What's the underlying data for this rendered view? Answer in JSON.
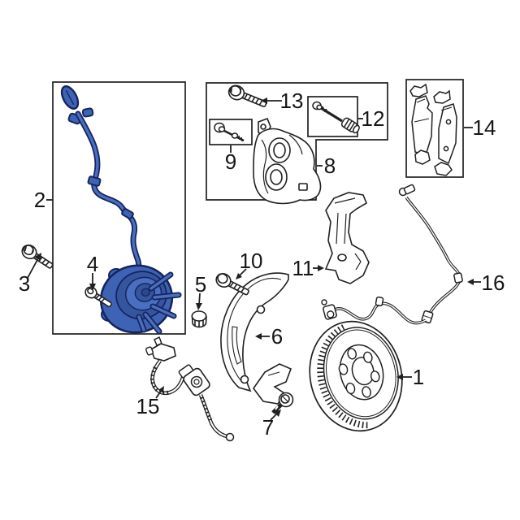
{
  "palette": {
    "background": "#ffffff",
    "line": "#202020",
    "highlight_fill": "#3f63b4",
    "highlight_fill_light": "#4a6fc0",
    "highlight_fill_dark": "#2b4791",
    "highlight_stroke": "#16255e"
  },
  "callouts": [
    {
      "label": "1"
    },
    {
      "label": "2"
    },
    {
      "label": "3"
    },
    {
      "label": "4"
    },
    {
      "label": "5"
    },
    {
      "label": "6"
    },
    {
      "label": "7"
    },
    {
      "label": "8"
    },
    {
      "label": "9"
    },
    {
      "label": "10"
    },
    {
      "label": "11"
    },
    {
      "label": "12"
    },
    {
      "label": "13"
    },
    {
      "label": "14"
    },
    {
      "label": "15"
    },
    {
      "label": "16"
    }
  ]
}
